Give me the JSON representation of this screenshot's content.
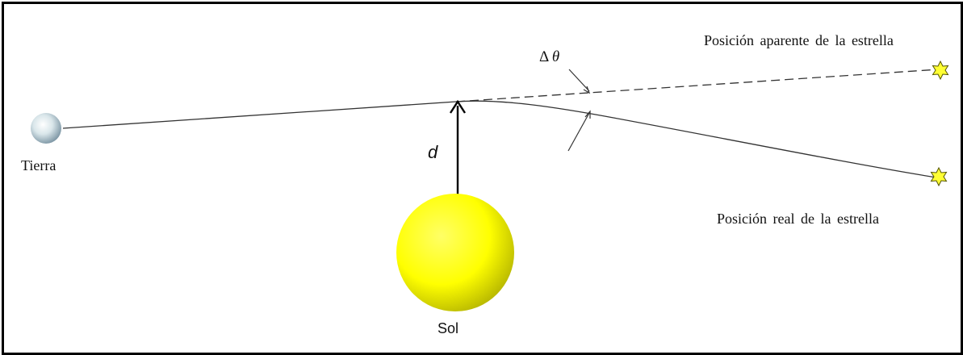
{
  "labels": {
    "apparent_position": "Posición aparente de la estrella",
    "real_position": "Posición real de la estrella",
    "earth": "Tierra",
    "sun": "Sol",
    "distance": "d",
    "angle_delta": "Δ",
    "angle_theta": "θ"
  },
  "colors": {
    "sun_fill": "#ffff00",
    "sun_shadow": "#a8a800",
    "star_fill": "#ffff33",
    "earth_light": "#ffffff",
    "earth_dark": "#6f8a9a",
    "line": "#333333",
    "frame": "#000000"
  },
  "icons": {
    "earth": "earth-sphere-icon",
    "sun": "sun-sphere-icon",
    "star_apparent": "star-icon",
    "star_real": "star-icon"
  }
}
